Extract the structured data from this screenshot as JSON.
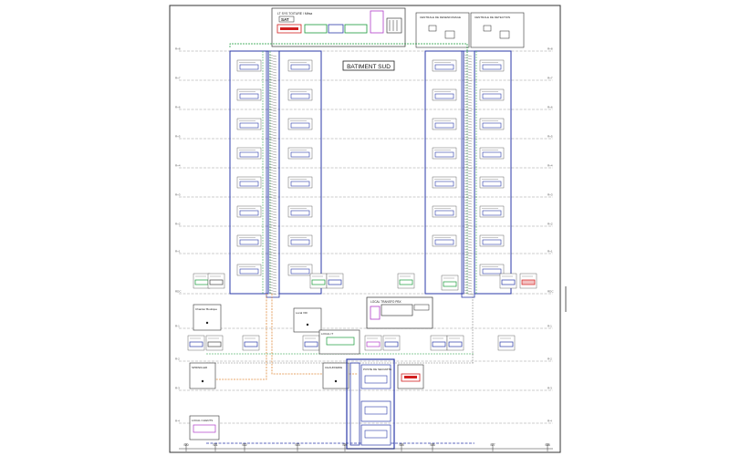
{
  "diagram": {
    "title": "BATIMENT SUD",
    "roof_panel": {
      "title": "LT SYS TOITURE / Mêsa",
      "logo": "SAT"
    },
    "right_panels": [
      {
        "label": "CENTRALE DE DESENFUMAGE"
      },
      {
        "label": "CENTRALE DE DETECTION"
      }
    ],
    "transfer_room": {
      "label": "LOCAL TRANSFO PBX"
    },
    "left_small_box": {
      "label": "Chantier Boutique"
    },
    "center_small_box": {
      "label": "Local VDI"
    },
    "center_local": {
      "label": "LOCAL IT"
    },
    "lower_left_box": {
      "label": "SPRINKLER"
    },
    "lower_mid_box": {
      "label": "CHAUFFERIE"
    },
    "basement_block": {
      "label": "POSTE DE SECURITE"
    },
    "legend_box": {
      "label": "LOCAL CLIENTS"
    },
    "axis_labels": [
      "S/0",
      "S/1",
      "S/2",
      "S/3",
      "S/4",
      "S/5",
      "S/6",
      "S/7",
      "S/8"
    ],
    "level_labels_left": [
      "R+8",
      "R+7",
      "R+6",
      "R+5",
      "R+4",
      "R+3",
      "R+2",
      "R+1",
      "RDC",
      "R-1",
      "R-2",
      "R-3",
      "R-4"
    ],
    "level_labels_right": [
      "R+8",
      "R+7",
      "R+6",
      "R+5",
      "R+4",
      "R+3",
      "R+2",
      "R+1",
      "RDC",
      "R-1",
      "R-2",
      "R-3",
      "R-4"
    ],
    "colors": {
      "riser_blue": "#2b3aa8",
      "rack_green": "#1a9a3a",
      "cable_orange": "#e08a3c",
      "alarm_red": "#d21f1f",
      "equip_magenta": "#b03cc8",
      "line_gray": "#9a9a9a",
      "frame": "#222222"
    }
  }
}
